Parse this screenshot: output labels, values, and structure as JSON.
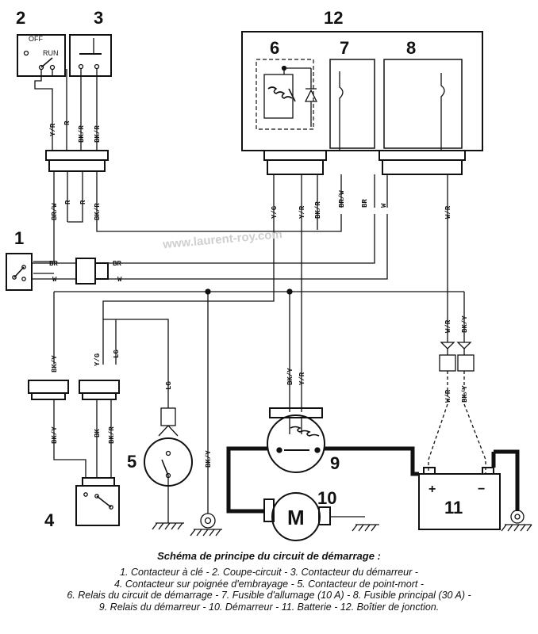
{
  "labels": {
    "n1": "1",
    "n2": "2",
    "n3": "3",
    "n4": "4",
    "n5": "5",
    "n6": "6",
    "n7": "7",
    "n8": "8",
    "n9": "9",
    "n10": "10",
    "n11": "11",
    "n12": "12"
  },
  "switch2": {
    "off": "OFF",
    "run": "RUN"
  },
  "wires": {
    "w2_yr": "Y/R",
    "w2_r": "R",
    "w3_bkr1": "BK/R",
    "w3_bkr2": "BK/R",
    "w_brw": "BR/W",
    "w_r1": "R",
    "w_r2": "R",
    "w_bkr": "BK/R",
    "w1_br_a": "BR",
    "w1_br_b": "BR",
    "w1_w_a": "W",
    "w1_w_b": "W",
    "j_yg": "Y/G",
    "j_yr": "Y/R",
    "j_bkr": "BK/R",
    "j_brw": "BR/W",
    "j_br": "BR",
    "j_w": "W",
    "j_wr": "W/R",
    "c4_bky": "BK/Y",
    "c4_bky2": "BK/Y",
    "c_yg": "Y/G",
    "c_lg": "LG",
    "c_bk": "BK",
    "c_bkr": "BK/R",
    "s5_lg": "LG",
    "gnd_bky": "BK/Y",
    "r9_bky": "BK/Y",
    "r9_yr": "Y/R",
    "b_wr": "W/R",
    "b_bky": "BK/Y",
    "b_wr2": "W/R",
    "b_bky2": "BK/Y"
  },
  "motor": "M",
  "battery": {
    "plus": "+",
    "minus": "−"
  },
  "watermark": "www.laurent-roy.com",
  "caption": {
    "title": "Schéma de principe du circuit de démarrage :",
    "lines": [
      "1. Contacteur à clé - 2. Coupe-circuit - 3. Contacteur du démarreur -",
      "4. Contacteur sur poignée d'embrayage - 5. Contacteur de point-mort -",
      "6. Relais du circuit de démarrage - 7. Fusible d'allumage (10 A) - 8. Fusible principal (30 A) -",
      "9. Relais du démarreur - 10. Démarreur - 11. Batterie - 12. Boîtier de jonction."
    ]
  }
}
